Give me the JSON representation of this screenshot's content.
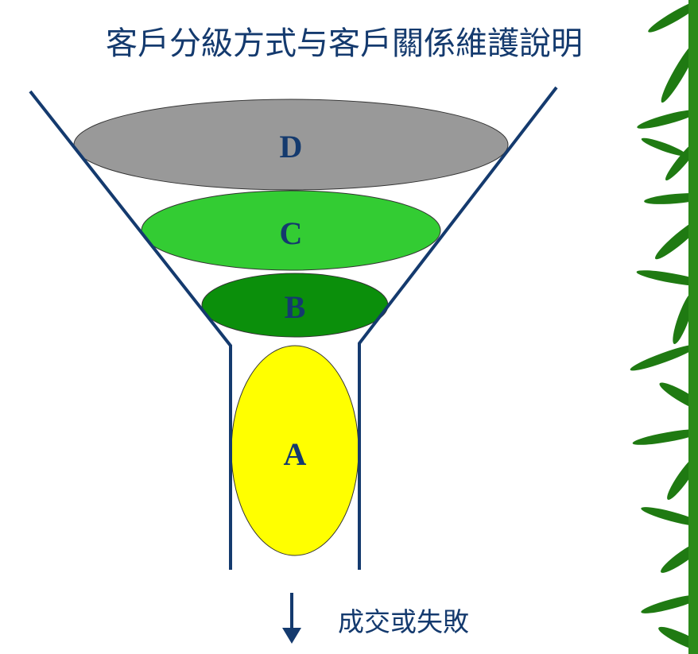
{
  "title": "客戶分級方式与客戶關係維護說明",
  "levels": [
    {
      "label": "D",
      "color": "#999999"
    },
    {
      "label": "C",
      "color": "#33cc33"
    },
    {
      "label": "B",
      "color": "#0b8f0b"
    },
    {
      "label": "A",
      "color": "#ffff00"
    }
  ],
  "outcome_label": "成交或失敗",
  "line_color": "#143a6e",
  "decoration": "bamboo-leaves"
}
